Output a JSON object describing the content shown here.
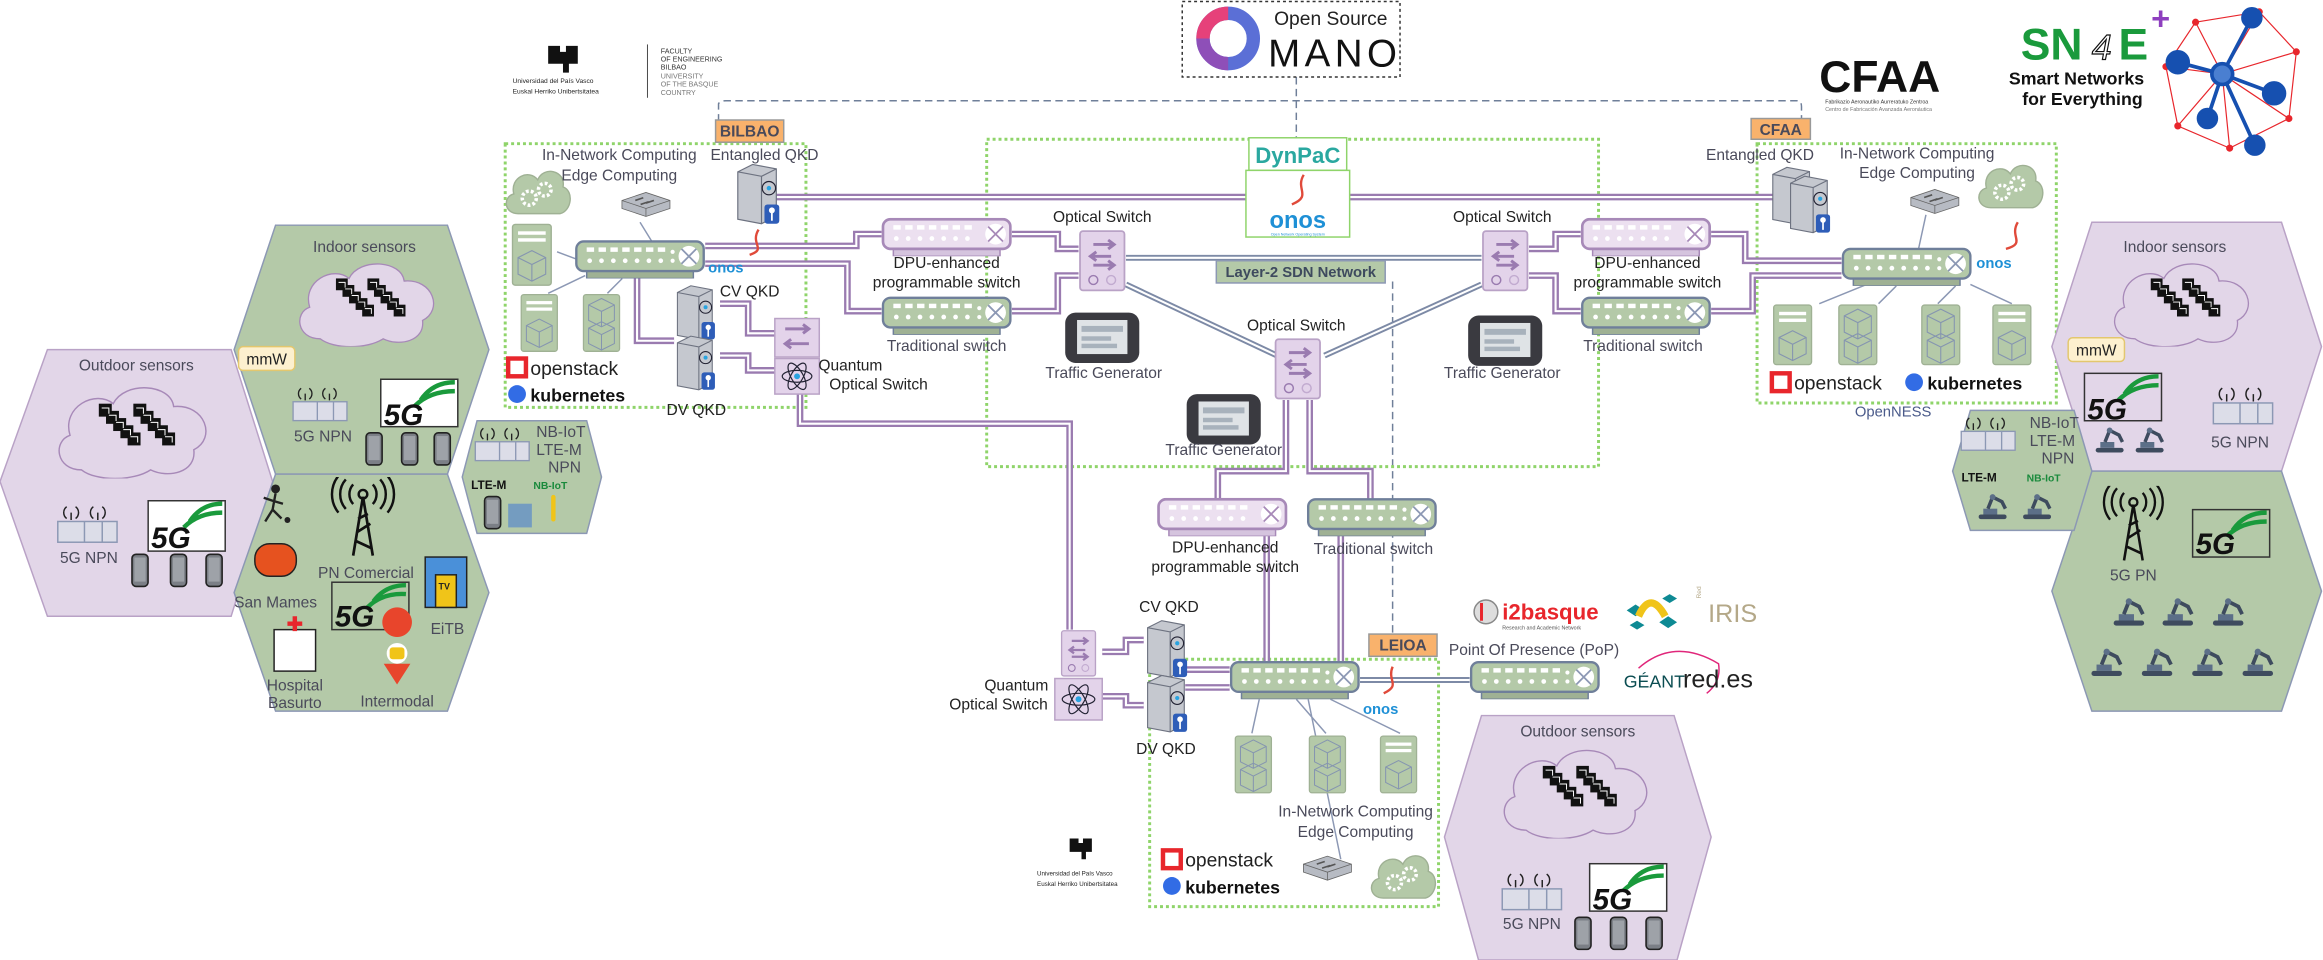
{
  "logos": {
    "upv_university": "Universidad del País Vasco",
    "upv_euskal": "Euskal Herriko Unibertsitatea",
    "faculty": [
      "FACULTY",
      "OF ENGINEERING",
      "BILBAO",
      "UNIVERSITY",
      "OF THE BASQUE",
      "COUNTRY"
    ],
    "osm_line1": "Open Source",
    "osm_line2": "MANO",
    "cfaa": "CFAA",
    "cfaa_sub1": "Fabrikazio Aeronautiko Aurreratuko Zentroa",
    "cfaa_sub2": "Centro de Fabricación Avanzada Aeronáutica",
    "sne_sn": "SN",
    "sne_4": "4",
    "sne_e": "E",
    "sne_plus": "+",
    "sne_line1": "Smart Networks",
    "sne_line2": "for Everything",
    "dynpac": "DynPaC",
    "onos": "onos",
    "onos_sub": "Open Network Operating System",
    "openstack": "openstack",
    "kubernetes": "kubernetes",
    "openness": "OpenNESS",
    "i2basque": "i2basque",
    "i2basque_sub": "Research and Academic Network",
    "rediris_red": "Red",
    "rediris": "IRIS",
    "geant": "GÉANT",
    "redes": "red.es",
    "lte_m": "LTE-M",
    "nb_iot": "NB-IoT",
    "five_g": "5G",
    "tv": "TV"
  },
  "sites": {
    "bilbao": "BILBAO",
    "cfaa": "CFAA",
    "leioa": "LEIOA"
  },
  "labels": {
    "in_network": "In-Network Computing",
    "edge": "Edge Computing",
    "entangled_qkd": "Entangled QKD",
    "cv_qkd": "CV QKD",
    "dv_qkd": "DV QKD",
    "quantum": "Quantum",
    "optical_switch": "Optical Switch",
    "dpu1": "DPU-enhanced",
    "dpu2": "programmable switch",
    "traditional": "Traditional switch",
    "traffic_gen": "Traffic Generator",
    "layer2": "Layer-2 SDN Network",
    "pop": "Point Of Presence (PoP)",
    "indoor": "Indoor sensors",
    "outdoor": "Outdoor sensors",
    "mmw": "mmW",
    "npn": "5G NPN",
    "pn": "5G PN",
    "nbiot_l1": "NB-IoT",
    "nbiot_l2": "LTE-M",
    "nbiot_l3": "NPN",
    "pn_comercial": "PN Comercial",
    "san_mames": "San Mames",
    "eitb": "EiTB",
    "hospital1": "Hospital",
    "hospital2": "Basurto",
    "intermodal": "Intermodal"
  },
  "colors": {
    "quantum_link": "#9a7bb0",
    "classical_link": "#7d8aa6",
    "green_node": "#b4c9a8",
    "purple_node": "#e6d8ec",
    "site_label": "#f9b26c",
    "domain_border": "#8fd46a"
  }
}
